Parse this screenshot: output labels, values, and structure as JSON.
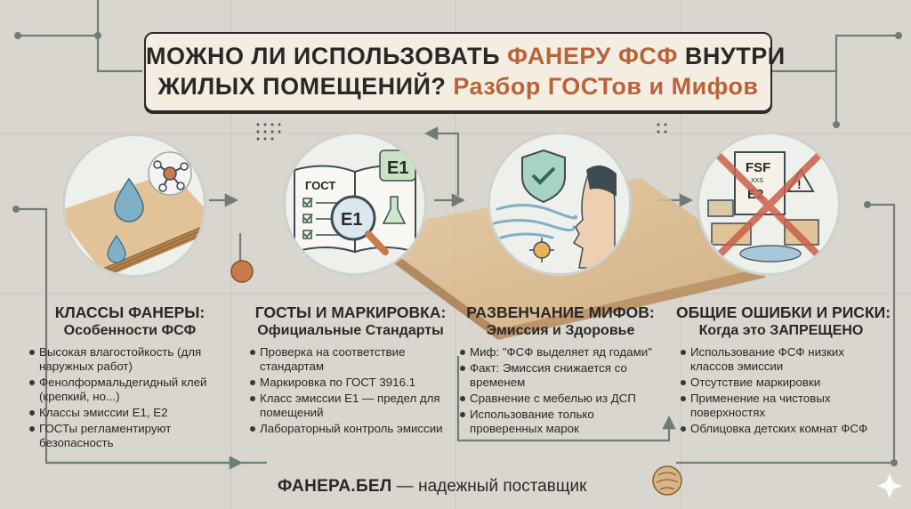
{
  "title": {
    "line1_a": "МОЖНО ЛИ ИСПОЛЬЗОВАТЬ ",
    "line1_highlight": "ФАНЕРУ ФСФ",
    "line1_b": " ВНУТРИ",
    "line2_a": "ЖИЛЫХ ПОМЕЩЕНИЙ? ",
    "line2_highlight": "Разбор ГОСТов и Мифов"
  },
  "colors": {
    "accent": "#b8633a",
    "line": "#6f7d76",
    "dark": "#2a2826"
  },
  "icons": {
    "section1": "plywood-drop-icon",
    "section2": "gost-book-magnifier-icon",
    "section3": "shield-person-icon",
    "section4": "crossed-room-icon"
  },
  "illustration_text": {
    "gost": "ГОСТ",
    "e1_badge": "E1",
    "e1_lens": "E1",
    "fsf": "FSF",
    "xxs": "XXS",
    "e2": "E2"
  },
  "sections": [
    {
      "title": "КЛАССЫ ФАНЕРЫ:",
      "subtitle": "Особенности ФСФ",
      "items": [
        "Высокая влагостойкость (для наружных работ)",
        "Фенолформальдегидный клей (крепкий, но...)",
        "Классы эмиссии Е1, Е2",
        "ГОСТы регламентируют безопасность"
      ]
    },
    {
      "title": "ГОСТЫ И МАРКИРОВКА:",
      "subtitle": "Официальные Стандарты",
      "items": [
        "Проверка на соответствие стандартам",
        "Маркировка по ГОСТ 3916.1",
        "Класс эмиссии Е1 — предел для помещений",
        "Лабораторный контроль эмиссии"
      ]
    },
    {
      "title": "РАЗВЕНЧАНИЕ МИФОВ:",
      "subtitle": "Эмиссия и Здоровье",
      "items": [
        "Миф: \"ФСФ выделяет яд годами\"",
        "Факт: Эмиссия снижается со временем",
        "Сравнение с мебелью из ДСП",
        "Использование только проверенных марок"
      ]
    },
    {
      "title": "ОБЩИЕ ОШИБКИ И РИСКИ:",
      "subtitle": "Когда это ЗАПРЕЩЕНО",
      "items": [
        "Использование ФСФ низких классов эмиссии",
        "Отсутствие маркировки",
        "Применение на чистовых поверхностях",
        "Облицовка детских комнат ФСФ"
      ]
    }
  ],
  "footer": {
    "brand": "ФАНЕРА.БЕЛ",
    "text": " — надежный поставщик"
  }
}
